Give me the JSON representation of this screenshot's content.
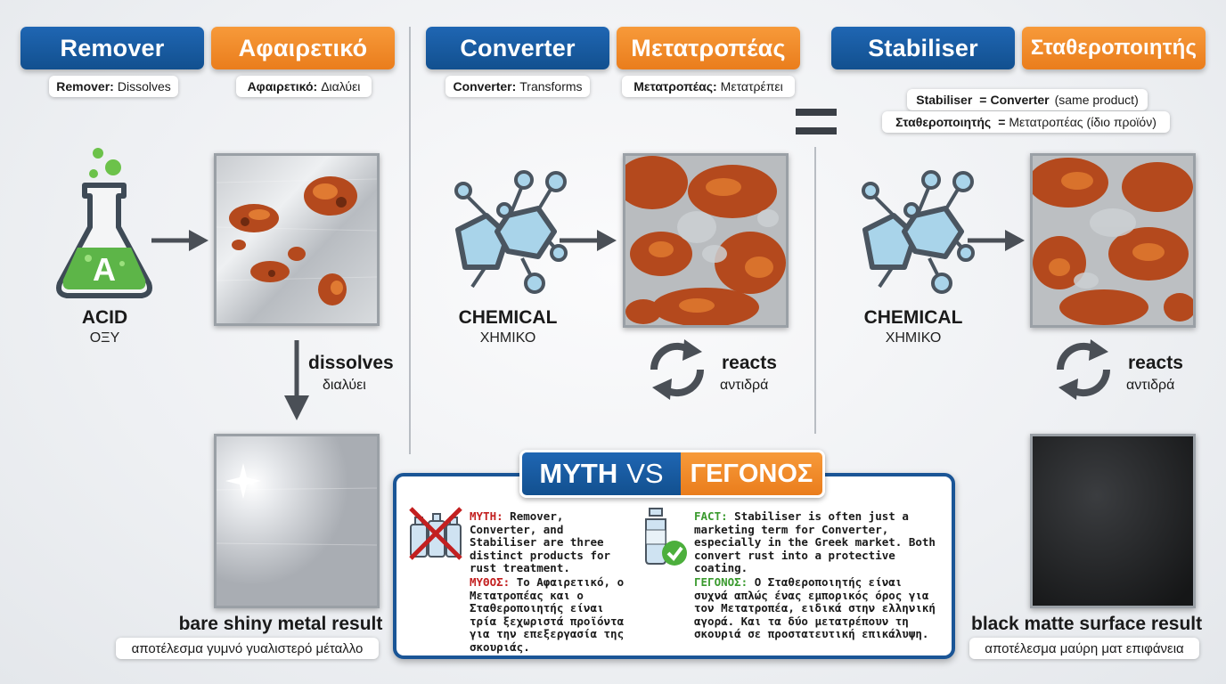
{
  "columns": {
    "remover": {
      "header_en": "Remover",
      "header_gr": "Αφαιρετικό",
      "desc_en_term": "Remover:",
      "desc_en_text": "Dissolves",
      "desc_gr_term": "Αφαιρετικό:",
      "desc_gr_text": "Διαλύει",
      "agent_en": "ACID",
      "agent_gr": "ΟΞΥ",
      "flask_letter": "A",
      "action_en": "dissolves",
      "action_gr": "διαλύει",
      "result_en": "bare shiny metal result",
      "result_gr": "αποτέλεσμα γυμνό γυαλιστερό μέταλλο"
    },
    "converter": {
      "header_en": "Converter",
      "header_gr": "Μετατροπέας",
      "desc_en_term": "Converter:",
      "desc_en_text": "Transforms",
      "desc_gr_term": "Μετατροπέας:",
      "desc_gr_text": "Μετατρέπει",
      "agent_en": "CHEMICAL",
      "agent_gr": "ΧΗΜΙΚΟ",
      "action_en": "reacts",
      "action_gr": "αντιδρά"
    },
    "stabiliser": {
      "header_en": "Stabiliser",
      "header_gr": "Σταθεροποιητής",
      "eq_en_a": "Stabiliser",
      "eq_en_b": "Converter",
      "eq_en_note": "(same product)",
      "eq_gr_a": "Σταθεροποιητής",
      "eq_gr_b": "Μετατροπέας",
      "eq_gr_note": "(ίδιο προϊόν)",
      "agent_en": "CHEMICAL",
      "agent_gr": "ΧΗΜΙΚΟ",
      "action_en": "reacts",
      "action_gr": "αντιδρά",
      "result_en": "black matte surface result",
      "result_gr": "αποτέλεσμα μαύρη ματ επιφάνεια"
    }
  },
  "myth_box": {
    "title_a": "MYTH",
    "title_vs": "VS",
    "title_b": "ΓΕΓΟΝΟΣ",
    "myth_en_label": "MYTH:",
    "myth_en_text": "Remover, Converter, and Stabiliser are three distinct products for rust treatment.",
    "myth_gr_label": "ΜΥΘΟΣ:",
    "myth_gr_text": "Το Αφαιρετικό, ο Μετατροπέας και ο Σταθεροποιητής είναι τρία ξεχωριστά προϊόντα για την επεξεργασία της σκουριάς.",
    "fact_en_label": "FACT:",
    "fact_en_text": "Stabiliser is often just a marketing term for Converter, especially in the Greek market. Both convert rust into a protective coating.",
    "fact_gr_label": "ΓΕΓΟΝΟΣ:",
    "fact_gr_text": "Ο Σταθεροποιητής είναι συχνά απλώς ένας εμπορικός όρος για τον Μετατροπέα, ειδικά στην ελληνική αγορά. Και τα δύο μετατρέπουν τη σκουριά σε προστατευτική επικάλυψη."
  },
  "colors": {
    "blue": "#1a5ea8",
    "orange": "#f08a28",
    "rust": "#b4491d",
    "green": "#4caf3c",
    "red": "#c32020"
  }
}
